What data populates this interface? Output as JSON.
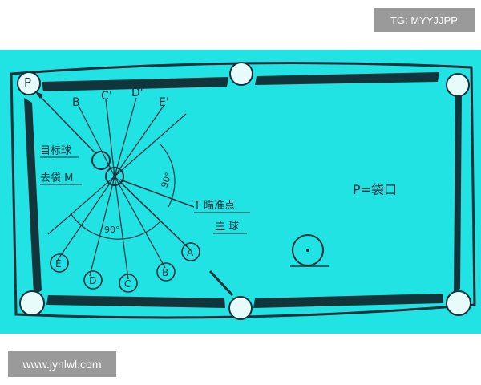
{
  "watermarks": {
    "top": "TG: MYYJJPP",
    "bottom": "www.jynlwl.com"
  },
  "diagram": {
    "pocket_label": "P",
    "top_letters": [
      "B",
      "C'",
      "D'",
      "E'"
    ],
    "bottom_letters": [
      "E",
      "D",
      "C",
      "B",
      "A"
    ],
    "label_object_ball_line1": "目标球",
    "label_object_ball_line2": "去袋 M",
    "label_t_point": "T 瞄准点",
    "label_cue_ball": "主 球",
    "angle_right": "90°",
    "angle_bottom": "90°",
    "legend": "P=袋口"
  },
  "colors": {
    "table": "#22e3e3",
    "ink": "#16303a",
    "rail": "#12353b",
    "watermark_bg": "#9a9a9a"
  }
}
